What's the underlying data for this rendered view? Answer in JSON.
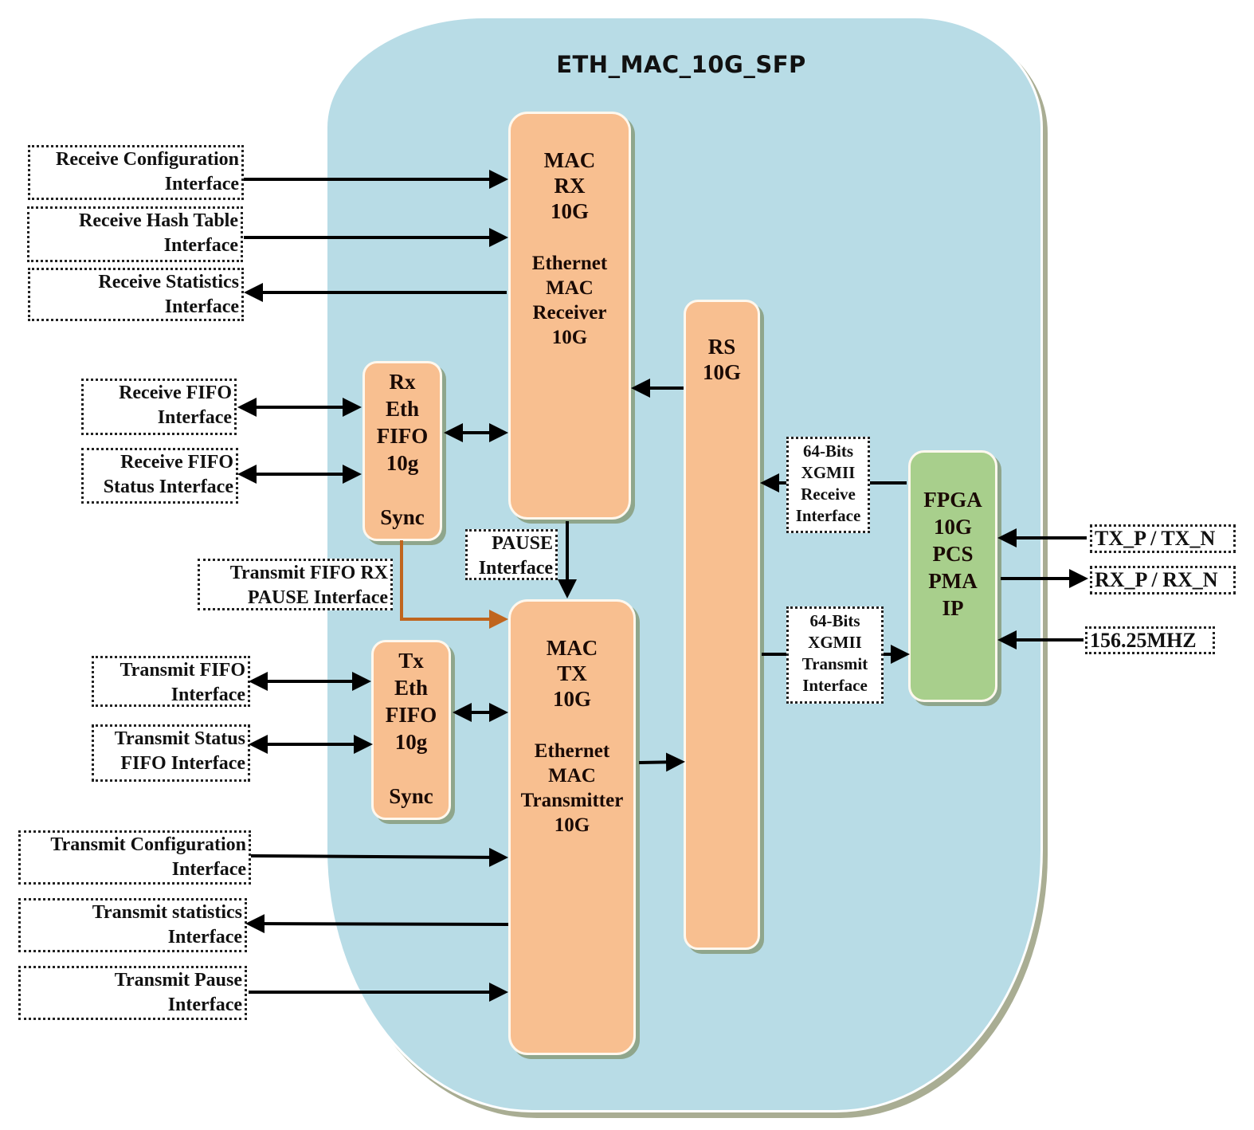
{
  "diagram": {
    "title": "ETH_MAC_10G_SFP",
    "colors": {
      "container": "#b8dce6",
      "mac_block": "#f8bf90",
      "phy_block": "#a8cf8c",
      "pause_wire": "#c0651e",
      "wire": "#000000"
    },
    "blocks": {
      "mac_rx": {
        "lines": [
          "MAC",
          "RX",
          "10G",
          "",
          "Ethernet",
          "MAC",
          "Receiver",
          "10G"
        ]
      },
      "mac_tx": {
        "lines": [
          "MAC",
          "TX",
          "10G",
          "",
          "Ethernet",
          "MAC",
          "Transmitter",
          "10G"
        ]
      },
      "rx_fifo": {
        "lines": [
          "Rx",
          "Eth",
          "FIFO",
          "10g",
          "",
          "Sync"
        ]
      },
      "tx_fifo": {
        "lines": [
          "Tx",
          "Eth",
          "FIFO",
          "10g",
          "",
          "Sync"
        ]
      },
      "rs": {
        "lines": [
          "RS",
          "10G"
        ]
      },
      "fpga_pcs_pma": {
        "lines": [
          "FPGA",
          "10G",
          "PCS",
          "PMA",
          "IP"
        ]
      }
    },
    "interfaces": {
      "rx_config": {
        "lines": [
          "Receive Configuration",
          "Interface"
        ],
        "direction": "in"
      },
      "rx_hash": {
        "lines": [
          "Receive Hash Table",
          "Interface"
        ],
        "direction": "in"
      },
      "rx_stats": {
        "lines": [
          "Receive Statistics",
          "Interface"
        ],
        "direction": "out"
      },
      "rx_fifo_if": {
        "lines": [
          "Receive FIFO",
          "Interface"
        ],
        "direction": "bidirectional"
      },
      "rx_fifo_status": {
        "lines": [
          "Receive FIFO",
          "Status Interface"
        ],
        "direction": "bidirectional"
      },
      "tx_fifo_rx_pause": {
        "lines": [
          "Transmit FIFO RX",
          "PAUSE Interface"
        ],
        "direction": "internal"
      },
      "pause_if": {
        "lines": [
          "PAUSE",
          "Interface"
        ],
        "direction": "internal"
      },
      "tx_fifo_if": {
        "lines": [
          "Transmit FIFO",
          "Interface"
        ],
        "direction": "bidirectional"
      },
      "tx_status_fifo": {
        "lines": [
          "Transmit Status",
          "FIFO Interface"
        ],
        "direction": "bidirectional"
      },
      "tx_config": {
        "lines": [
          "Transmit Configuration",
          "Interface"
        ],
        "direction": "in"
      },
      "tx_stats": {
        "lines": [
          "Transmit statistics",
          "Interface"
        ],
        "direction": "out"
      },
      "tx_pause": {
        "lines": [
          "Transmit Pause",
          "Interface"
        ],
        "direction": "in"
      },
      "xgmii_rx": {
        "lines": [
          "64-Bits",
          "XGMII",
          "Receive",
          "Interface"
        ],
        "direction": "to-rs"
      },
      "xgmii_tx": {
        "lines": [
          "64-Bits",
          "XGMII",
          "Transmit",
          "Interface"
        ],
        "direction": "to-pcs"
      },
      "tx_p_n": {
        "lines": [
          "TX_P / TX_N"
        ],
        "direction": "in"
      },
      "rx_p_n": {
        "lines": [
          "RX_P / RX_N"
        ],
        "direction": "out"
      },
      "clock": {
        "lines": [
          "156.25MHZ"
        ],
        "direction": "in"
      }
    }
  }
}
